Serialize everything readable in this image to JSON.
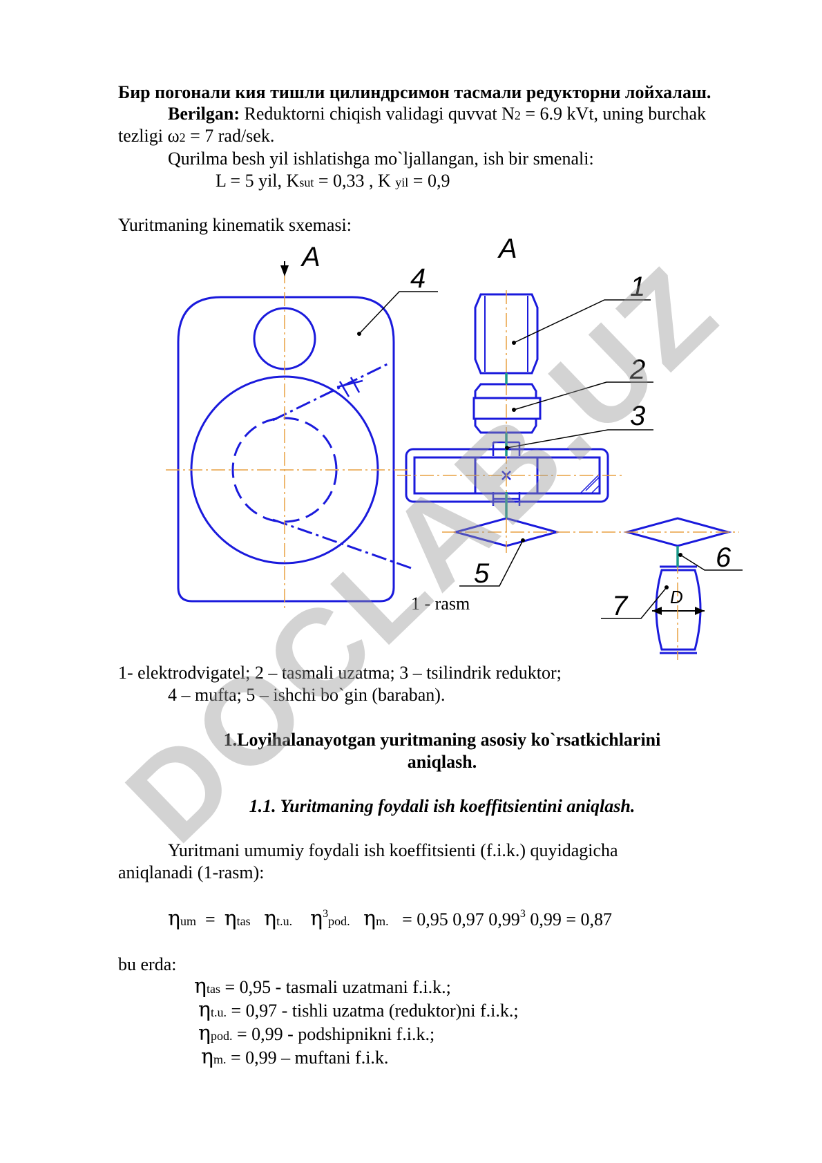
{
  "title": "Бир погонали кия тишли цилиндрсимон тасмали редукторни лойхалаш.",
  "given": {
    "label": "Berilgan:",
    "text1": "Reduktorni chiqish validagi quvvat  N",
    "sub1": "2",
    "text2": " = 6.9 kVt,  uning burchak",
    "line2a": "tezligi  ω",
    "sub2": "2",
    "line2b": " = 7 rad/sek."
  },
  "service": {
    "line1": "Qurilma besh yil ishlatishga mo`ljallangan, ish bir smenali:",
    "p1": "L  = 5 yil,  K",
    "s1": "sut",
    "p2": " = 0,33 ,   K ",
    "s2": "yil",
    "p3": " = 0,9"
  },
  "scheme_title": "Yuritmaning kinematik sxemasi:",
  "figure": {
    "view_label_1": "A",
    "view_label_2": "A",
    "callouts": [
      "1",
      "2",
      "3",
      "4",
      "5",
      "6",
      "7"
    ],
    "dim_label": "D",
    "caption": "1 - rasm"
  },
  "legend": {
    "line1": "1- elektrodvigatel; 2 – tasmali uzatma; 3 – tsilindrik reduktor;",
    "line2": "4 – mufta; 5 – ishchi bo`gin (baraban)."
  },
  "section1": {
    "line1": "1.Loyihalanayotgan yuritmaning asosiy ko`rsatkichlarini",
    "line2": "aniqlash."
  },
  "section11": "1.1. Yuritmaning foydali ish koeffitsientini aniqlash.",
  "para": {
    "line1": "Yuritmani umumiy  foydali ish koeffitsienti (f.i.k.) quyidagicha",
    "line2": "aniqlanadi (1-rasm):"
  },
  "formula": {
    "eta": "η",
    "s_um": "um",
    "eq": "=",
    "s_tas": "tas",
    "s_tu": "t.u.",
    "pow3": "3",
    "s_pod": "pod.",
    "s_m": "m.",
    "rhs": "=  0,95   0,97   0,99",
    "rhs_pow": "3",
    "rhs_end": "   0,99  = 0,87"
  },
  "where": "bu erda:",
  "definitions": [
    {
      "sub": "tas",
      "text": " = 0,95  - tasmali uzatmani f.i.k.;"
    },
    {
      "sub": "t.u.",
      "text": " = 0,97  - tishli uzatma (reduktor)ni f.i.k.;"
    },
    {
      "sub": "pod.",
      "text": " = 0,99  - podshipnikni f.i.k.;"
    },
    {
      "sub": "m.",
      "text": "  = 0,99 – muftani f.i.k."
    }
  ],
  "watermark": "DOCLAB.UZ",
  "colors": {
    "drawing": "#1a1adc",
    "axis": "#e8a040",
    "shaft": "#1a9a8a"
  }
}
